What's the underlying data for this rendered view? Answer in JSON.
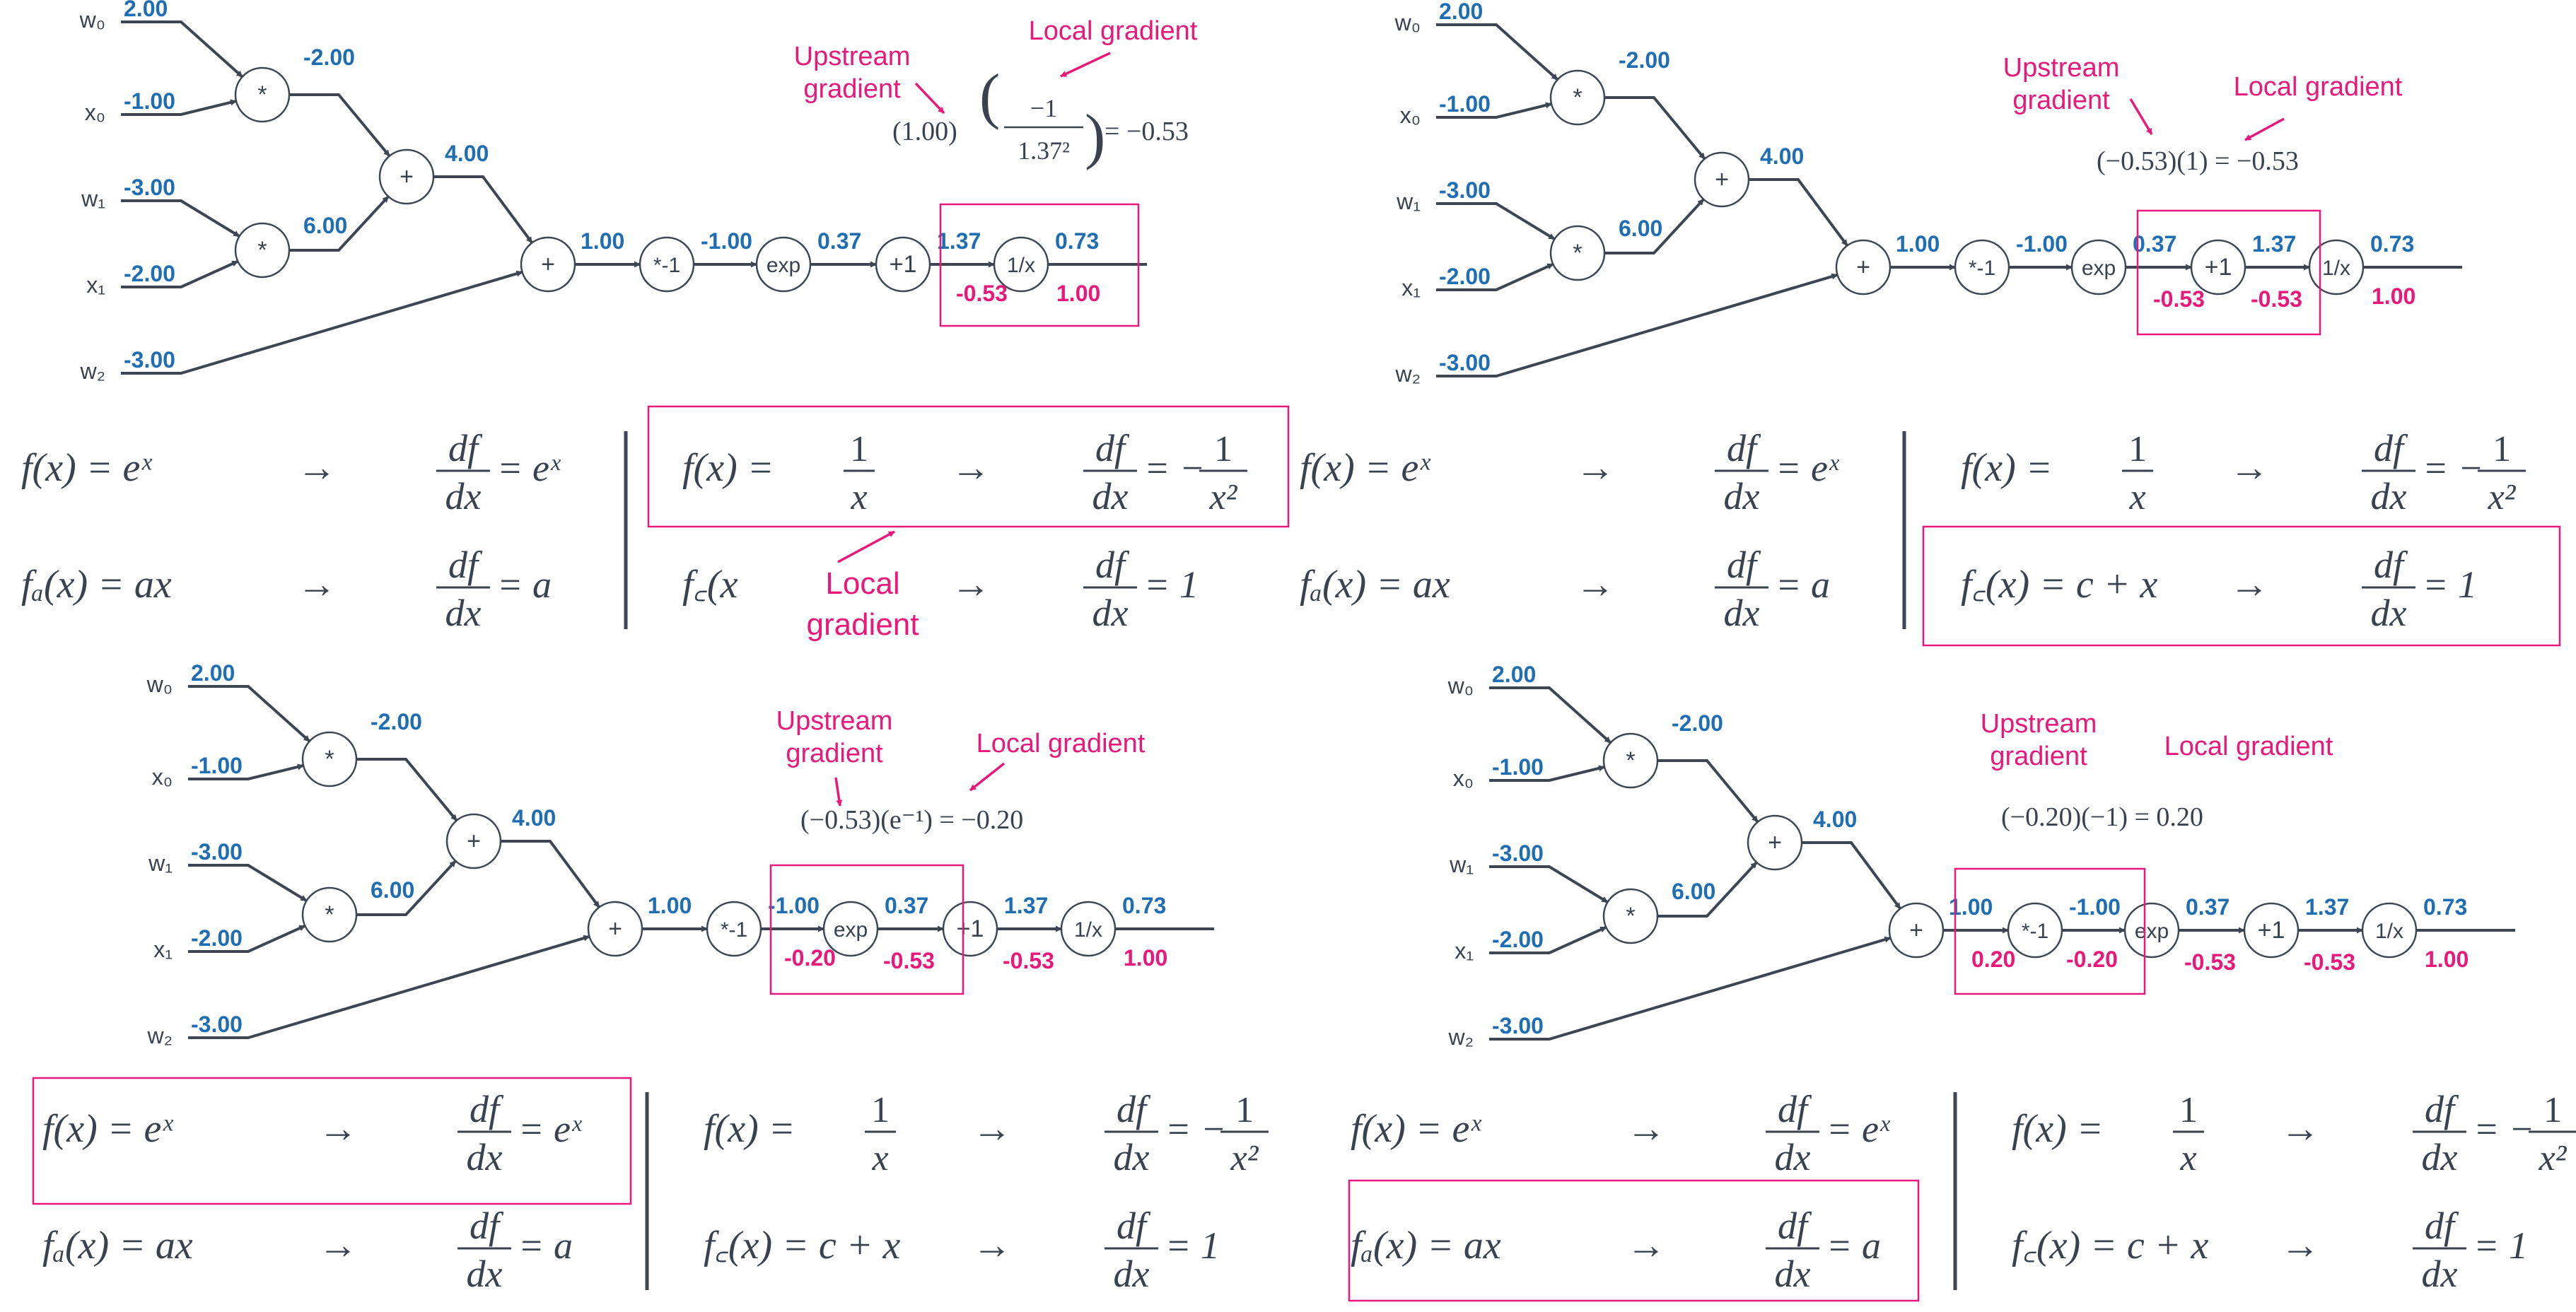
{
  "colors": {
    "line": "#3d4652",
    "forward": "#1f6eb4",
    "backward": "#e8197a",
    "highlight": "#e8197a",
    "text": "#39424e"
  },
  "graph": {
    "inputs": [
      "w₀",
      "x₀",
      "w₁",
      "x₁",
      "w₂"
    ],
    "input_values": [
      "2.00",
      "-1.00",
      "-3.00",
      "-2.00",
      "-3.00"
    ],
    "nodes": {
      "mul": "*",
      "add": "+",
      "neg": "*-1",
      "exp": "exp",
      "plus1": "+1",
      "recip": "1/x"
    },
    "forward_values": {
      "mul0": "-2.00",
      "mul1": "6.00",
      "add0": "4.00",
      "add1": "1.00",
      "neg": "-1.00",
      "exp": "0.37",
      "plus1": "1.37",
      "recip": "0.73"
    }
  },
  "panels": [
    {
      "id": "panel-1",
      "upstream_label": "Upstream\ngradient",
      "local_label": "Local gradient",
      "equation": "(1.00) ( −1 / 1.37² ) = −0.53",
      "equation_fraction": {
        "pre": "(1.00)",
        "num": "−1",
        "den": "1.37²",
        "post": "= −0.53"
      },
      "gradients": {
        "recip_in": "-0.53",
        "recip_out": "1.00"
      },
      "highlight": "recip"
    },
    {
      "id": "panel-2",
      "upstream_label": "Upstream\ngradient",
      "local_label": "Local gradient",
      "equation": "(−0.53)(1) = −0.53",
      "gradients": {
        "plus1_in": "-0.53",
        "plus1_out": "-0.53",
        "recip_out": "1.00"
      },
      "highlight": "plus1"
    },
    {
      "id": "panel-3",
      "upstream_label": "Upstream\ngradient",
      "local_label": "Local gradient",
      "equation": "(−0.53)(e⁻¹) = −0.20",
      "gradients": {
        "exp_in": "-0.20",
        "exp_out": "-0.53",
        "plus1_out": "-0.53",
        "recip_out": "1.00"
      },
      "highlight": "exp"
    },
    {
      "id": "panel-4",
      "upstream_label": "Upstream\ngradient",
      "local_label": "Local gradient",
      "equation": "(−0.20)(−1) = 0.20",
      "gradients": {
        "neg_in": "0.20",
        "neg_out": "-0.20",
        "exp_out": "-0.53",
        "plus1_out": "-0.53",
        "recip_out": "1.00"
      },
      "highlight": "neg"
    }
  ],
  "formulas": {
    "exp_f": "f(x) = eˣ",
    "exp_d": "= eˣ",
    "recip_f": "f(x) =",
    "recip_d": "= −",
    "scale_f": "fₐ(x) = ax",
    "scale_d": "= a",
    "const_f": "f꜀(x) = c + x",
    "const_f_cut": "f꜀(x",
    "const_d": "= 1",
    "arrow": "→",
    "df": "df",
    "dx": "dx",
    "one": "1",
    "x": "x",
    "x2": "x²"
  },
  "annotation_local_gradient": "Local\ngradient"
}
